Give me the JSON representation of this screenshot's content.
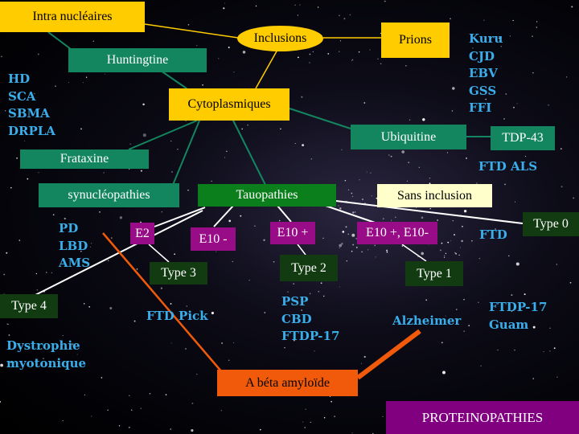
{
  "colors": {
    "yellow": "#ffcc00",
    "teal": "#13865f",
    "green": "#0b7f1c",
    "dark_green": "#123b12",
    "purple": "#990c88",
    "cream": "#ffffcc",
    "orange": "#f05a0a",
    "violet": "#800080",
    "label_blue": "#3aaeea"
  },
  "nodes": {
    "intra_nucleaires": "Intra nucléaires",
    "inclusions": "Inclusions",
    "prions": "Prions",
    "huntingtine": "Huntingtine",
    "cytoplasmiques": "Cytoplasmiques",
    "ubiquitine": "Ubiquitine",
    "tdp43": "TDP-43",
    "frataxine": "Frataxine",
    "synucleopathies": "synucléopathies",
    "tauopathies": "Tauopathies",
    "sans_inclusion": "Sans inclusion",
    "type0": "Type 0",
    "e2": "E2",
    "e10_minus": "E10 -",
    "e10_plus": "E10 +",
    "e10_plus_minus": "E10 +, E10-",
    "type3": "Type 3",
    "type2": "Type 2",
    "type1": "Type 1",
    "type4": "Type 4",
    "a_beta": "A béta amyloïde",
    "proteinopathies": "PROTEINOPATHIES"
  },
  "labels": {
    "prion_diseases": [
      "Kuru",
      "CJD",
      "EBV",
      "GSS",
      "FFI"
    ],
    "huntingtine_diseases": [
      "HD",
      "SCA",
      "SBMA",
      "DRPLA"
    ],
    "ftd_als": "FTD ALS",
    "ftd": "FTD",
    "synuclein_diseases": [
      "PD",
      "LBD",
      "AMS"
    ],
    "ftd_pick": "FTD Pick",
    "type2_diseases": [
      "PSP",
      "CBD",
      "FTDP-17"
    ],
    "alzheimer": "Alzheimer",
    "type0_diseases": [
      "FTDP-17",
      "Guam"
    ],
    "dystrophie": [
      "Dystrophie",
      "myotonique"
    ]
  }
}
